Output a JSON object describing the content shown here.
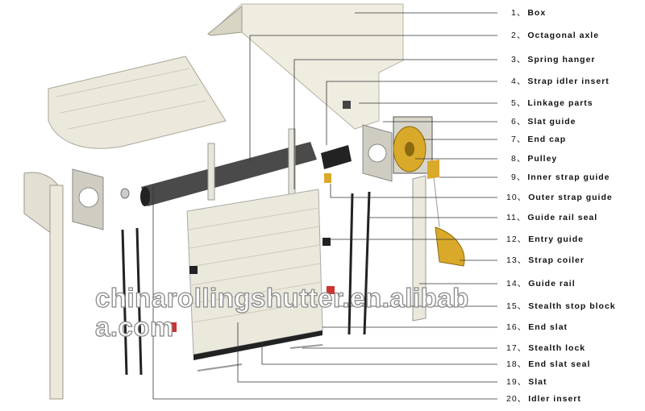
{
  "parts": [
    {
      "num": "1、",
      "name": "Box"
    },
    {
      "num": "2、",
      "name": "Octagonal axle"
    },
    {
      "num": "3、",
      "name": "Spring hanger"
    },
    {
      "num": "4、",
      "name": "Strap idler insert"
    },
    {
      "num": "5、",
      "name": "Linkage parts"
    },
    {
      "num": "6、",
      "name": "Slat guide"
    },
    {
      "num": "7、",
      "name": "End cap"
    },
    {
      "num": "8、",
      "name": "Pulley"
    },
    {
      "num": "9、",
      "name": "Inner strap guide"
    },
    {
      "num": "10、",
      "name": "Outer strap guide"
    },
    {
      "num": "11、",
      "name": "Guide rail seal"
    },
    {
      "num": "12、",
      "name": "Entry guide"
    },
    {
      "num": "13、",
      "name": "Strap coiler"
    },
    {
      "num": "14、",
      "name": "Guide rail"
    },
    {
      "num": "15、",
      "name": "Stealth stop block"
    },
    {
      "num": "16、",
      "name": "End slat"
    },
    {
      "num": "17、",
      "name": "Stealth lock"
    },
    {
      "num": "18、",
      "name": "End slat seal"
    },
    {
      "num": "19、",
      "name": "Slat"
    },
    {
      "num": "20、",
      "name": "Idler insert"
    }
  ],
  "watermark": "chinarollingshutter.en.alibaba.com",
  "colors": {
    "part": "#ece9d8",
    "outline": "#9a9a8a",
    "axle": "#4a4a4a",
    "pulley": "#d9a92a",
    "accent_red": "#cc3333"
  }
}
